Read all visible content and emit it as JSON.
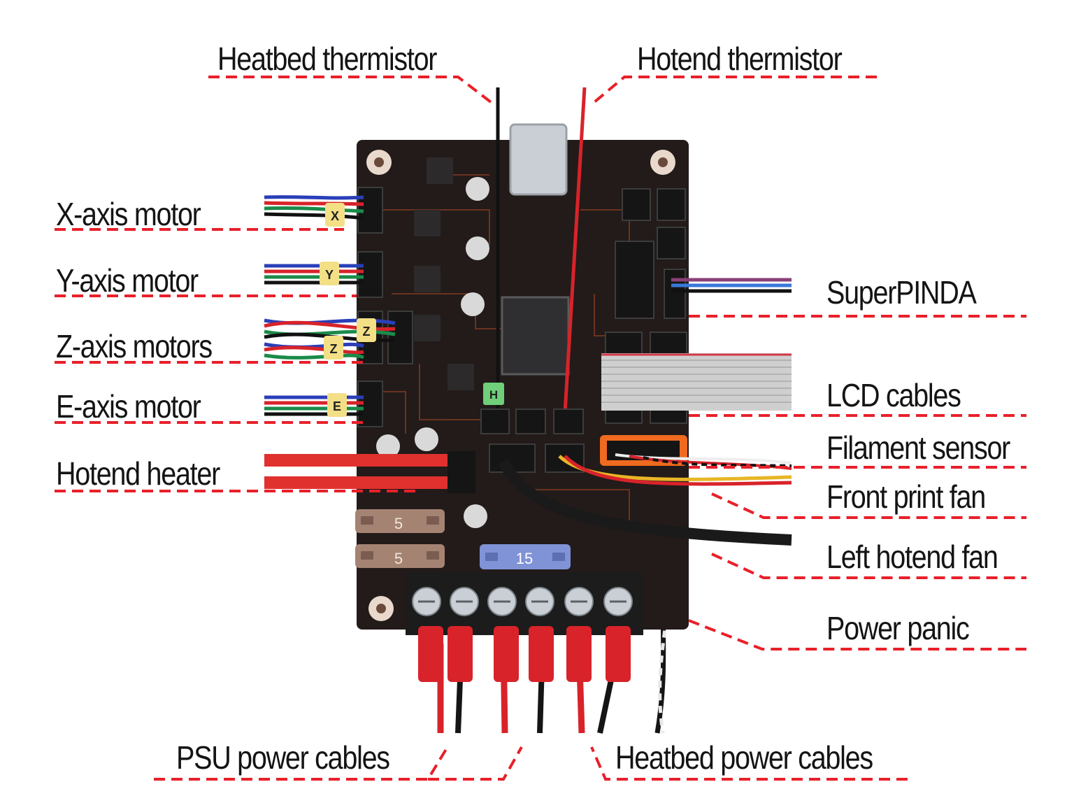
{
  "colors": {
    "callout_line": "#e8202a",
    "label_text": "#141414",
    "pcb": "#221b19",
    "pcb_trace": "#8a3d22",
    "cable_red": "#d8232a",
    "fuse_brown": "#a58373",
    "fuse_blue": "#7f93d6",
    "ribbon_grey": "#cfcfcf"
  },
  "labels": {
    "heatbed_thermistor": "Heatbed thermistor",
    "hotend_thermistor": "Hotend thermistor",
    "x_axis_motor": "X-axis motor",
    "y_axis_motor": "Y-axis motor",
    "z_axis_motors": "Z-axis motors",
    "e_axis_motor": "E-axis motor",
    "hotend_heater": "Hotend heater",
    "superpinda": "SuperPINDA",
    "lcd_cables": "LCD cables",
    "filament_sensor": "Filament sensor",
    "front_print_fan": "Front print fan",
    "left_hotend_fan": "Left hotend fan",
    "power_panic": "Power panic",
    "psu_power_cables": "PSU power cables",
    "heatbed_power_cables": "Heatbed power cables"
  },
  "board": {
    "fuse_labels": [
      "5",
      "5",
      "15"
    ],
    "motor_tags": [
      "X",
      "Y",
      "Z",
      "Z",
      "E"
    ],
    "thermistor_tag": "H"
  }
}
